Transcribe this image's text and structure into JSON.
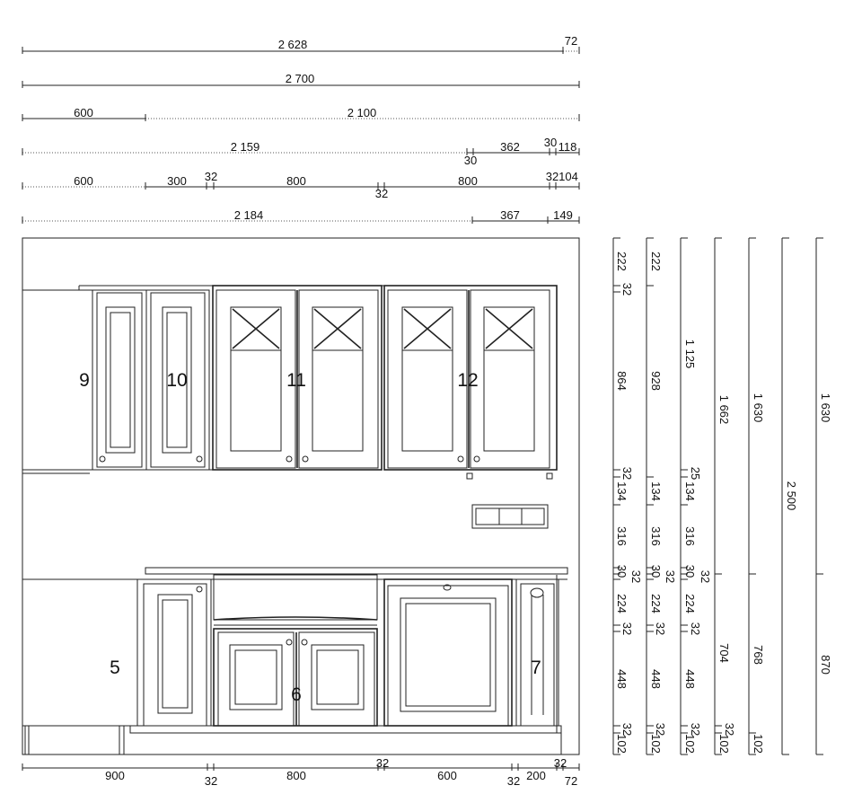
{
  "top_dimension_rows": [
    [
      "2 628",
      "72"
    ],
    [
      "2 700"
    ],
    [
      "600",
      "2 100"
    ],
    [
      "2 159",
      "30",
      "362",
      "30",
      "118"
    ],
    [
      "600",
      "300",
      "32",
      "800",
      "32",
      "800",
      "32",
      "104"
    ],
    [
      "2 184",
      "367",
      "149"
    ]
  ],
  "bottom_dimension_row": [
    "900",
    "32",
    "800",
    "32",
    "600",
    "32",
    "200",
    "32",
    "72"
  ],
  "cabinet_numbers": [
    "9",
    "10",
    "11",
    "12",
    "5",
    "6",
    "7"
  ],
  "vertical_dimension_columns": [
    [
      "222",
      "32",
      "864",
      "32",
      "134",
      "316",
      "30",
      "32",
      "224",
      "32",
      "448",
      "32",
      "102"
    ],
    [
      "222",
      "928",
      "134",
      "316",
      "30",
      "32",
      "224",
      "32",
      "448",
      "32",
      "102"
    ],
    [
      "1 125",
      "25",
      "134",
      "316",
      "30",
      "32",
      "224",
      "32",
      "448",
      "32",
      "102"
    ],
    [
      "1 662",
      "704",
      "32",
      "102"
    ],
    [
      "1 630",
      "768",
      "102"
    ],
    [
      "2 500"
    ],
    [
      "1 630",
      "870"
    ]
  ],
  "colors": {
    "line": "#222222",
    "background": "#ffffff"
  }
}
